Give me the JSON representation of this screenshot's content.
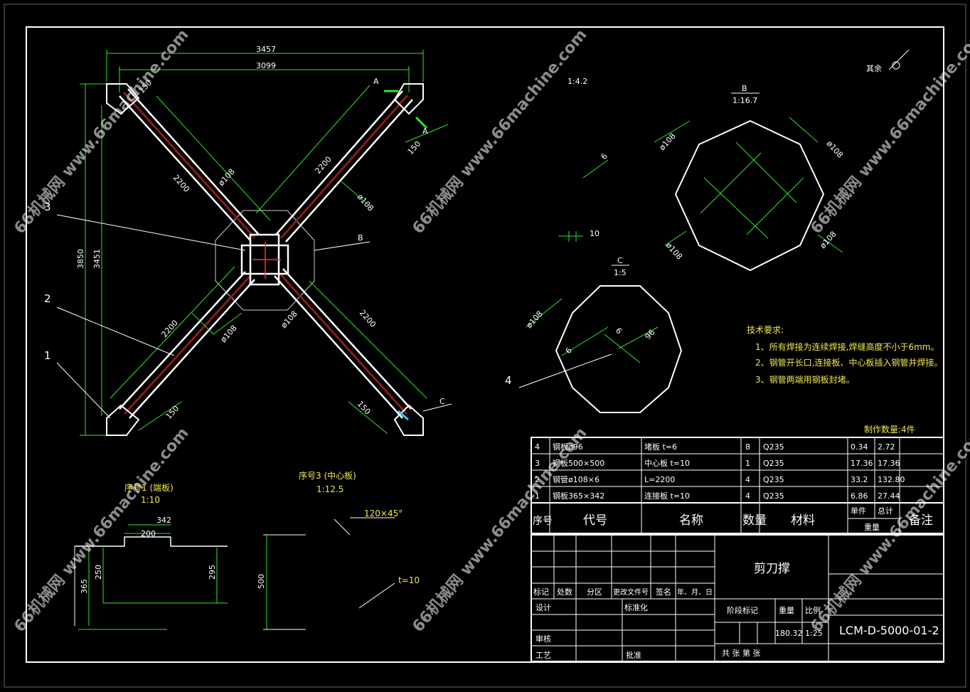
{
  "dimensions": {
    "overall_width": "3457",
    "inner_width": "3099",
    "overall_height": "3850",
    "inner_height": "3451",
    "pipe_length_tl": "2200",
    "pipe_length_tr": "2200",
    "pipe_length_bl": "2200",
    "pipe_length_br": "2200",
    "pipe_dia": "ø108",
    "end_150": "150",
    "detail_a_scale": "1:4.2",
    "thickness_10": "10",
    "thickness_6": "6",
    "a_label": "A"
  },
  "callouts": {
    "c1": "1",
    "c2": "2",
    "c3": "3",
    "c4": "4",
    "b": "B",
    "c": "C"
  },
  "views": {
    "b_title": "B",
    "b_scale": "1:16.7",
    "c_title": "C",
    "c_scale": "1:5",
    "c_dim_96": "96",
    "c_dim_108": "ø108",
    "c_dim_6": "6",
    "part1_title": "序号1 (端板)",
    "part1_scale": "1:10",
    "part1_dims": {
      "w342": "342",
      "w200": "200",
      "h250": "250",
      "h295": "295",
      "h365": "365"
    },
    "part3_title": "序号3 (中心板)",
    "part3_scale": "1:12.5",
    "part3_h500": "500",
    "chamfer": "120×45°",
    "t10": "t=10",
    "surface_rest": "其余"
  },
  "notes": {
    "title": "技术要求:",
    "items": [
      "1、所有焊接为连续焊接,焊缝高度不小于6mm。",
      "2、钢管开长口,连接板、中心板插入钢管并焊接。",
      "3、钢管两端用钢板封堵。"
    ],
    "qty": "制作数量:4件"
  },
  "bom": {
    "rows": [
      {
        "no": "4",
        "code": "钢板ø96",
        "name": "堵板 t=6",
        "qty": "8",
        "mat": "Q235",
        "unit": "0.34",
        "total": "2.72",
        "note": ""
      },
      {
        "no": "3",
        "code": "钢板500×500",
        "name": "中心板 t=10",
        "qty": "1",
        "mat": "Q235",
        "unit": "17.36",
        "total": "17.36",
        "note": ""
      },
      {
        "no": "2",
        "code": "钢管ø108×6",
        "name": "L=2200",
        "qty": "4",
        "mat": "Q235",
        "unit": "33.2",
        "total": "132.80",
        "note": ""
      },
      {
        "no": "1",
        "code": "钢板365×342",
        "name": "连接板 t=10",
        "qty": "4",
        "mat": "Q235",
        "unit": "6.86",
        "total": "27.44",
        "note": ""
      }
    ],
    "header": {
      "no": "序号",
      "code": "代号",
      "name": "名称",
      "qty": "数量",
      "mat": "材料",
      "unit": "单件",
      "total": "总计",
      "weight": "重量",
      "note": "备注"
    }
  },
  "title_block": {
    "part_name": "剪刀撑",
    "drawing_no": "LCM-D-5000-01-2",
    "rev_labels": [
      "标记",
      "处数",
      "分区",
      "更改文件号",
      "签名",
      "年、月、日"
    ],
    "design": "设计",
    "standard": "标准化",
    "review": "审核",
    "process": "工艺",
    "approve": "批准",
    "stage": "阶段标记",
    "weight": "重量",
    "scale": "比例",
    "weight_val": "180.32",
    "scale_val": "1:25",
    "sheets": "共    张  第    张"
  },
  "watermark": "66机械网 www.66machine.com"
}
